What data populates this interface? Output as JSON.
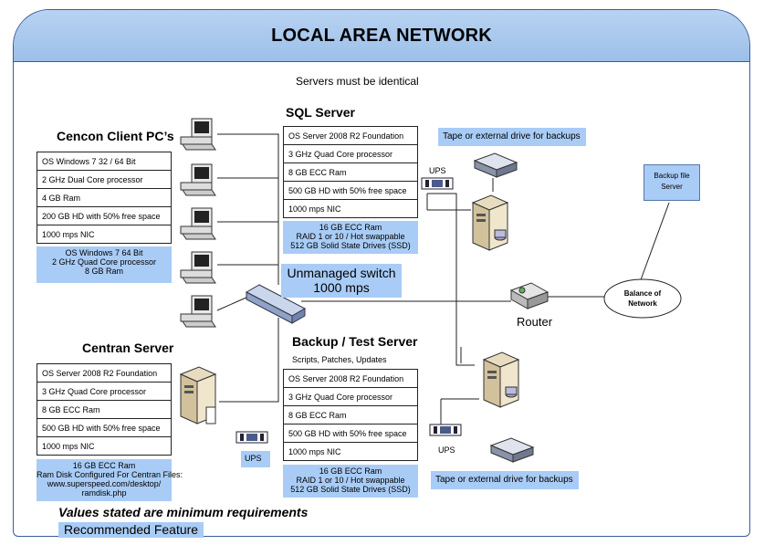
{
  "title": "LOCAL AREA NETWORK",
  "servers_note": "Servers must be identical",
  "client": {
    "heading": "Cencon Client PC’s",
    "specs": [
      "OS Windows 7 32 / 64 Bit",
      "2 GHz Dual Core processor",
      "4 GB Ram",
      "200 GB HD with 50% free space",
      "1000 mps NIC"
    ],
    "recommended": [
      "OS Windows 7 64 Bit",
      "2 GHz Quad Core processor",
      "8 GB Ram"
    ]
  },
  "sql": {
    "heading": "SQL Server",
    "specs": [
      "OS Server 2008 R2 Foundation",
      "3 GHz Quad Core  processor",
      "8 GB ECC Ram",
      "500 GB HD with 50% free space",
      "1000 mps NIC"
    ],
    "recommended": [
      "16 GB ECC Ram",
      "RAID 1 or 10 / Hot swappable",
      "512 GB Solid State Drives (SSD)"
    ]
  },
  "switch": {
    "line1": "Unmanaged switch",
    "line2": "1000 mps"
  },
  "centran": {
    "heading": "Centran Server",
    "specs": [
      "OS Server 2008 R2 Foundation",
      "3 GHz Quad Core  processor",
      "8 GB ECC Ram",
      "500 GB HD with 50% free space",
      "1000 mps NIC"
    ],
    "recommended": [
      "16 GB ECC Ram",
      "Ram Disk Configured For Centran Files:",
      "www.superspeed.com/desktop/",
      "ramdisk.php"
    ]
  },
  "backup": {
    "heading": "Backup / Test Server",
    "subheading": "Scripts, Patches, Updates",
    "specs": [
      "OS Server 2008 R2 Foundation",
      "3 GHz Quad Core  processor",
      "8 GB ECC Ram",
      "500 GB HD with 50% free space",
      "1000 mps NIC"
    ],
    "recommended": [
      "16 GB ECC Ram",
      "RAID 1 or 10 / Hot swappable",
      "512 GB Solid State Drives (SSD)"
    ]
  },
  "tape_top": "Tape or external drive for backups",
  "tape_bottom": "Tape or external drive for backups",
  "ups_label": "UPS",
  "router_label": "Router",
  "backup_file_server": [
    "Backup file",
    "Server"
  ],
  "balance_of_network": [
    "Balance of",
    "Network"
  ],
  "footer": {
    "requirements": "Values stated are minimum requirements",
    "recommended": "Recommended Feature"
  }
}
